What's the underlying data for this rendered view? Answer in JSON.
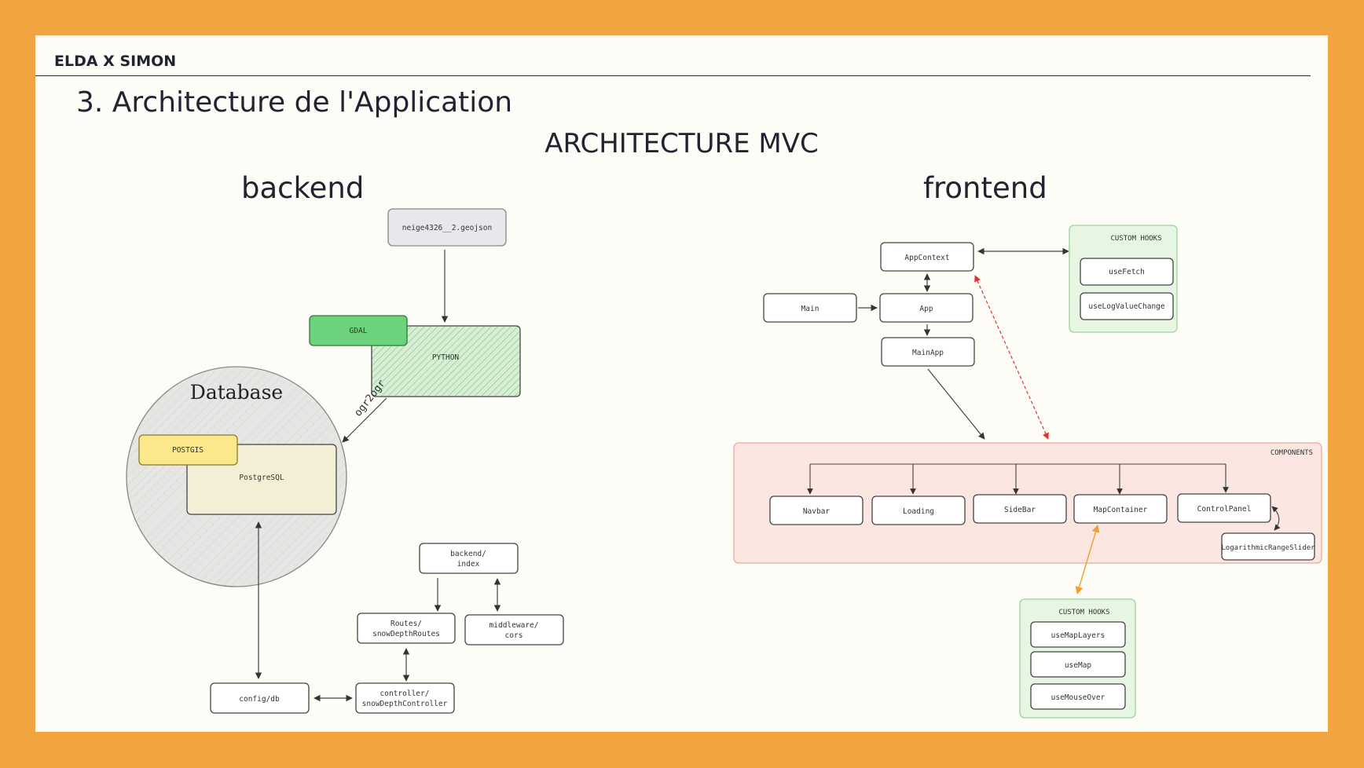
{
  "header": {
    "brand": "ELDA X SIMON"
  },
  "slide": {
    "title": "3. Architecture de l'Application",
    "subtitle": "ARCHITECTURE MVC",
    "backend_heading": "backend",
    "frontend_heading": "frontend"
  },
  "backend": {
    "geojson": "neige4326__2.geojson",
    "gdal": "GDAL",
    "python": "PYTHON",
    "database": "Database",
    "ogr_label": "ogr2ogr",
    "postgis": "POSTGIS",
    "postgresql": "PostgreSQL",
    "backend_index": [
      "backend/",
      "index"
    ],
    "routes": [
      "Routes/",
      "snowDepthRoutes"
    ],
    "middleware": [
      "middleware/",
      "cors"
    ],
    "config": "config/db",
    "controller": [
      "controller/",
      "snowDepthController"
    ]
  },
  "frontend": {
    "app_context": "AppContext",
    "main": "Main",
    "app": "App",
    "main_app": "MainApp",
    "custom_hooks_top": {
      "title": "CUSTOM HOOKS",
      "items": [
        "useFetch",
        "useLogValueChange"
      ]
    },
    "components": {
      "title": "COMPONENTS",
      "items": [
        "Navbar",
        "Loading",
        "SideBar",
        "MapContainer",
        "ControlPanel"
      ],
      "slider": "LogarithmicRangeSlider"
    },
    "custom_hooks_bottom": {
      "title": "CUSTOM HOOKS",
      "items": [
        "useMapLayers",
        "useMap",
        "useMouseOver"
      ]
    }
  },
  "colors": {
    "frame": "#f2a441",
    "gdal": "#6dd27c",
    "python": "#cfe8cc",
    "postgis": "#fbe88c",
    "postgresql": "#f2efd6",
    "database_circle": "#e4e4e2",
    "components_bg": "#fbe6e2",
    "hooks_bg": "#e6f6e2",
    "red_arrow": "#e03030",
    "orange_arrow": "#f0a030"
  }
}
